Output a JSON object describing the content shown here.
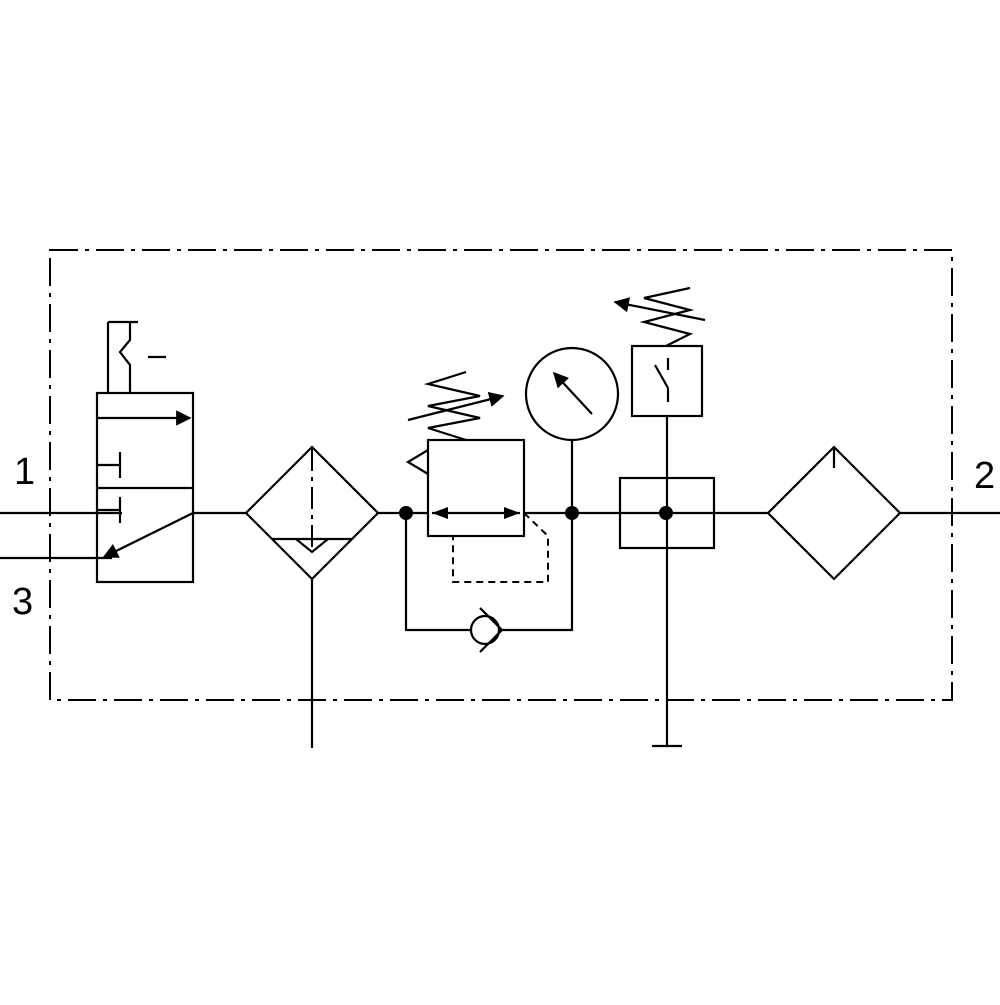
{
  "ports": {
    "port_1": "1",
    "port_2": "2",
    "port_3": "3"
  },
  "colors": {
    "line": "#000000",
    "background": "#ffffff"
  }
}
